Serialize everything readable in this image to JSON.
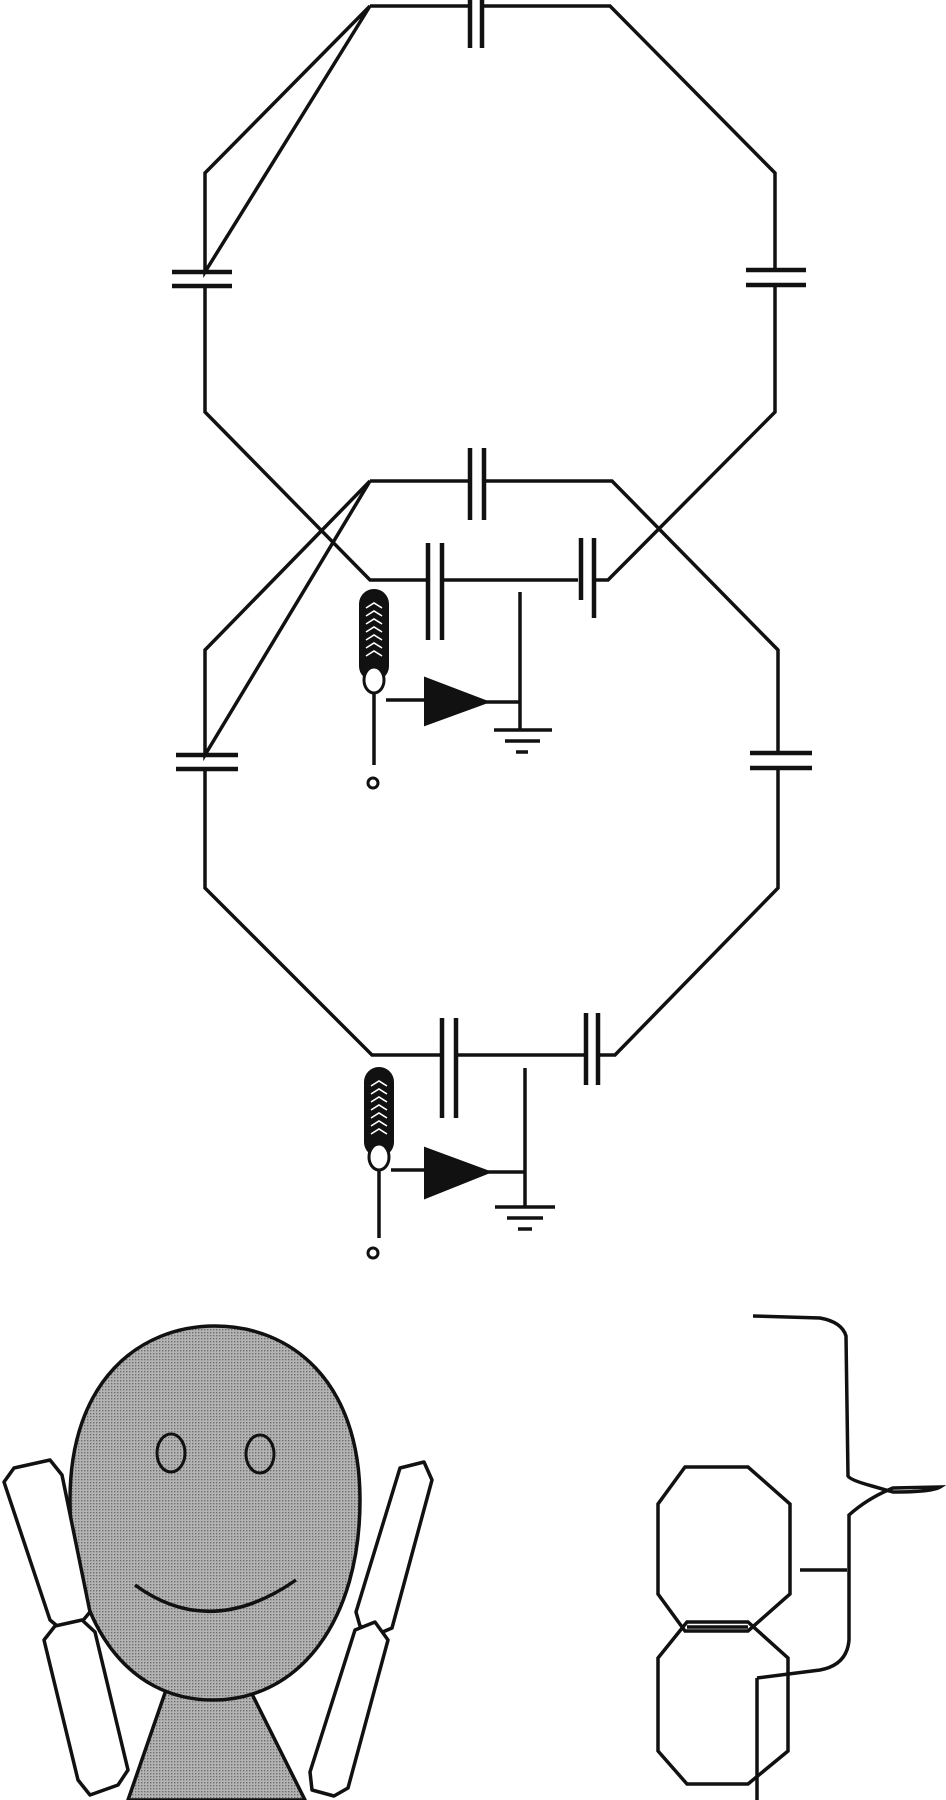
{
  "diagram": {
    "kind": "coil-array-circuit",
    "colors": {
      "line": "#111111",
      "fill": "#ffffff",
      "shade": "#9a9a9a"
    },
    "coils": [
      {
        "id": "upper-coil",
        "capacitors": 4
      },
      {
        "id": "lower-coil",
        "capacitors": 4
      }
    ],
    "channels": [
      {
        "id": "channel-1",
        "components": [
          "tuning-capacitor",
          "matching-capacitor",
          "inductor",
          "preamplifier",
          "ground",
          "output-port"
        ]
      },
      {
        "id": "channel-2",
        "components": [
          "tuning-capacitor",
          "matching-capacitor",
          "inductor",
          "preamplifier",
          "ground",
          "output-port"
        ]
      }
    ],
    "inset": {
      "elements": [
        "subject-figure",
        "two-coil-miniature",
        "bracket"
      ]
    }
  }
}
